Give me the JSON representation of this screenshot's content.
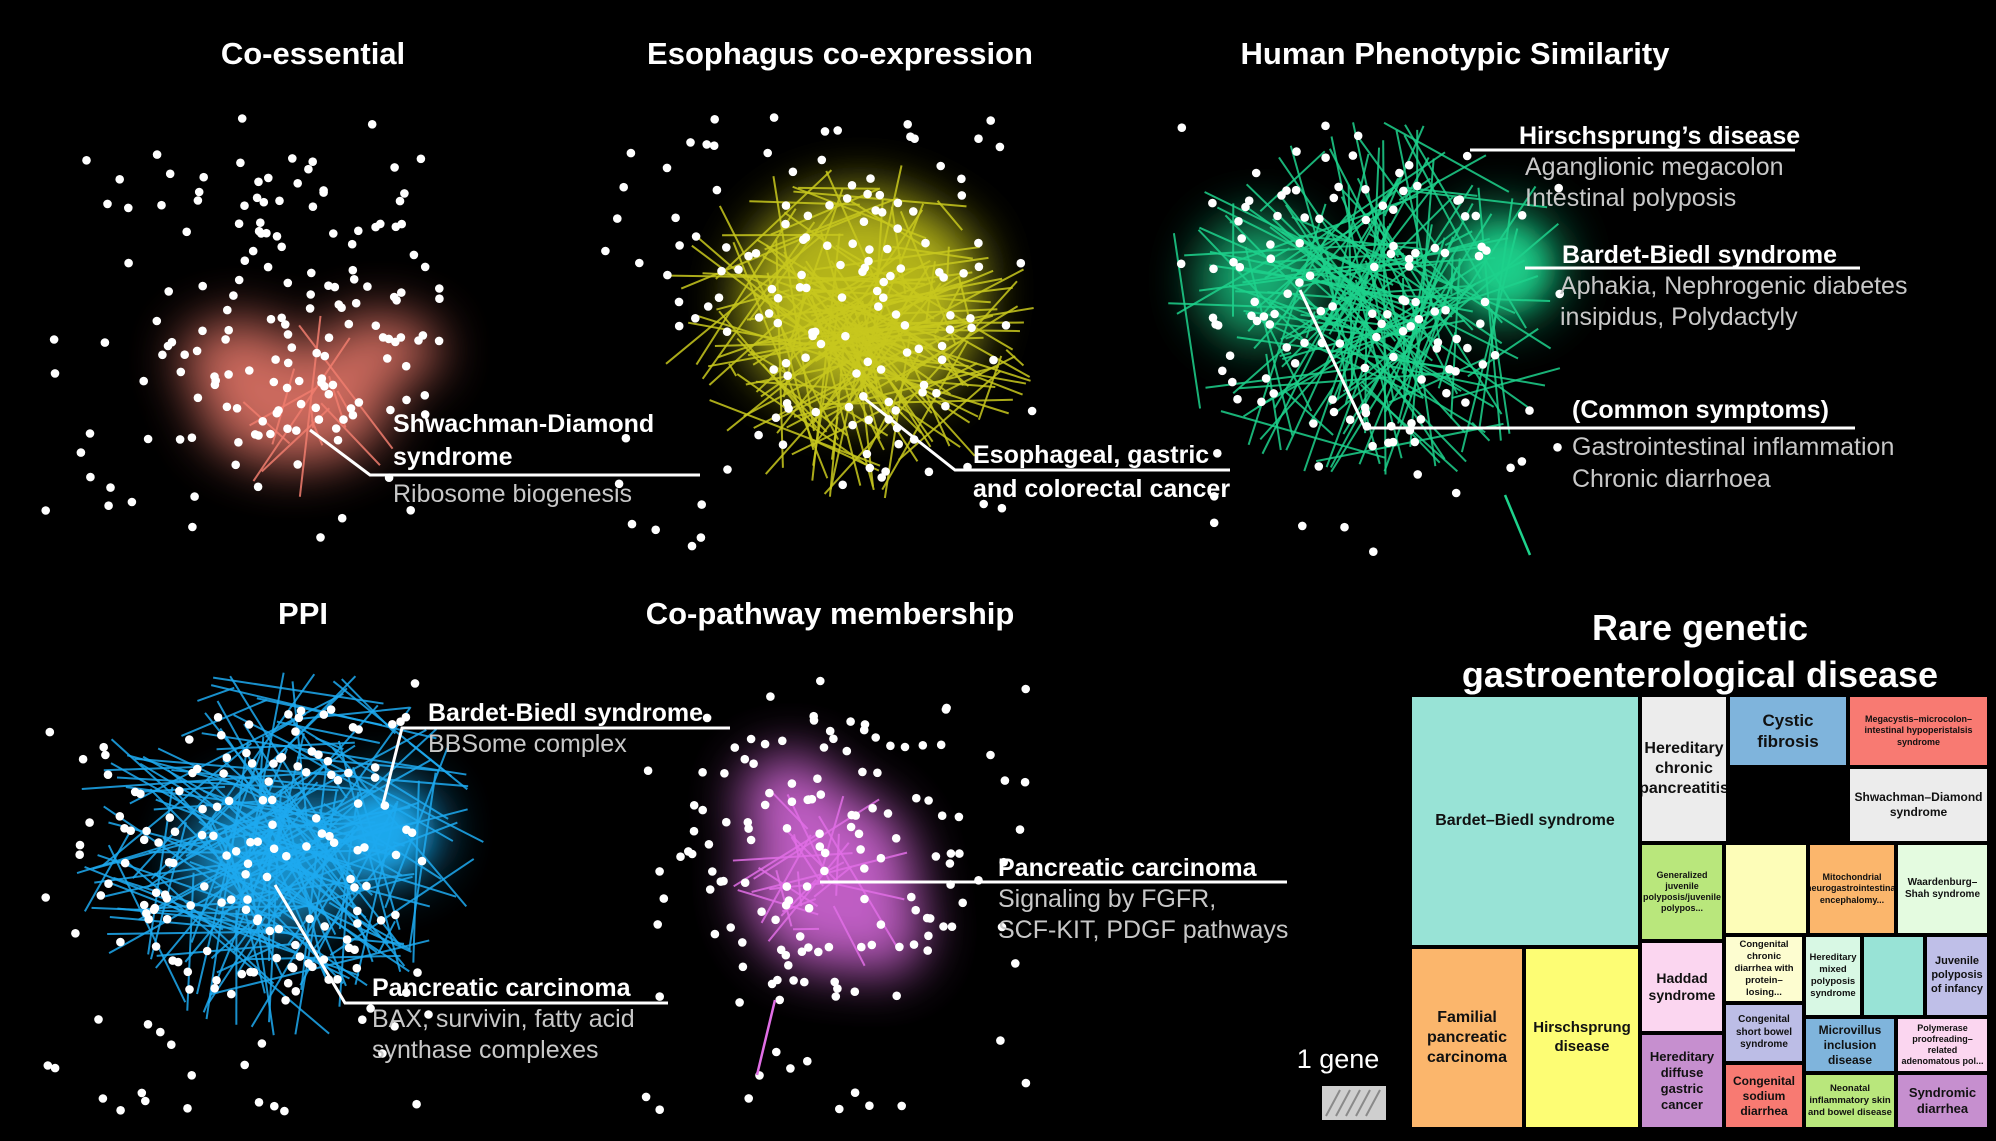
{
  "colors": {
    "background": "#000000",
    "node": "#ffffff",
    "co_essential": "#f07d6e",
    "esophagus": "#c8c81e",
    "phenotypic": "#1ed28c",
    "ppi": "#1eaaf0",
    "pathway": "#e16ee6",
    "label_primary": "#ffffff",
    "label_secondary": "#c8c8c8"
  },
  "panels": [
    {
      "id": "co_essential",
      "title": "Co-essential",
      "annotations": [
        {
          "name": "Shwachman-Diamond syndrome",
          "lines": [
            "Shwachman-Diamond",
            "syndrome"
          ],
          "details": [
            "Ribosome biogenesis"
          ]
        }
      ]
    },
    {
      "id": "esophagus",
      "title": "Esophagus co-expression",
      "annotations": [
        {
          "name": "Esophageal, gastric and colorectal cancer",
          "lines": [
            "Esophageal, gastric",
            "and colorectal cancer"
          ],
          "details": []
        }
      ]
    },
    {
      "id": "phenotypic",
      "title": "Human Phenotypic Similarity",
      "annotations": [
        {
          "name": "Hirschsprung’s disease",
          "lines": [
            "Hirschsprung’s disease"
          ],
          "details": [
            "Aganglionic megacolon",
            "Intestinal polyposis"
          ]
        },
        {
          "name": "Bardet-Biedl syndrome",
          "lines": [
            "Bardet-Biedl syndrome"
          ],
          "details": [
            "Aphakia, Nephrogenic diabetes",
            "insipidus, Polydactyly"
          ]
        },
        {
          "name": "(Common symptoms)",
          "lines": [
            "(Common symptoms)"
          ],
          "details": [
            "Gastrointestinal inflammation",
            "Chronic diarrhoea"
          ]
        }
      ]
    },
    {
      "id": "ppi",
      "title": "PPI",
      "annotations": [
        {
          "name": "Bardet-Biedl syndrome",
          "lines": [
            "Bardet-Biedl syndrome"
          ],
          "details": [
            "BBSome complex"
          ]
        },
        {
          "name": "Pancreatic carcinoma",
          "lines": [
            "Pancreatic carcinoma"
          ],
          "details": [
            "BAX, survivin, fatty acid",
            "synthase complexes"
          ]
        }
      ]
    },
    {
      "id": "pathway",
      "title": "Co-pathway membership",
      "annotations": [
        {
          "name": "Pancreatic carcinoma",
          "lines": [
            "Pancreatic carcinoma"
          ],
          "details": [
            "Signaling by FGFR,",
            "SCF-KIT, PDGF pathways"
          ]
        }
      ]
    }
  ],
  "treemap": {
    "title_lines": [
      "Rare genetic",
      "gastroenterological disease"
    ],
    "legend_label": "1 gene",
    "tiles": [
      {
        "label": "Bardet–Biedl syndrome",
        "color": "#98e3d6"
      },
      {
        "label": "Familial pancreatic carcinoma",
        "color": "#fbb66c"
      },
      {
        "label": "Hirschsprung disease",
        "color": "#fdfd74"
      },
      {
        "label": "Hereditary chronic pancreatitis",
        "color": "#ececec"
      },
      {
        "label": "Cystic fibrosis",
        "color": "#7fb4dc"
      },
      {
        "label": "Megacystis–microcolon–intestinal hypoperistalsis syndrome",
        "color": "#f87a72"
      },
      {
        "label": "Shwachman–Diamond syndrome",
        "color": "#ececec"
      },
      {
        "label": "Generalized juvenile polyposis/juvenile polypos...",
        "color": "#b9e77c"
      },
      {
        "label": "",
        "color": "#fdfdb8"
      },
      {
        "label": "Mitochondrial neurogastrointestinal encephalomy...",
        "color": "#fbb66c"
      },
      {
        "label": "Waardenburg–Shah syndrome",
        "color": "#e4fbe0"
      },
      {
        "label": "Haddad syndrome",
        "color": "#fbd6f0"
      },
      {
        "label": "Congenital chronic diarrhea with protein–losing...",
        "color": "#fdfdd0"
      },
      {
        "label": "Hereditary mixed polyposis syndrome",
        "color": "#d8f8e4"
      },
      {
        "label": "",
        "color": "#98e3d6"
      },
      {
        "label": "Juvenile polyposis of infancy",
        "color": "#bfbfe8"
      },
      {
        "label": "Congenital short bowel syndrome",
        "color": "#bcbde6"
      },
      {
        "label": "Microvillus inclusion disease",
        "color": "#7fb4dc"
      },
      {
        "label": "Polymerase proofreading–related adenomatous pol...",
        "color": "#fbd6f0"
      },
      {
        "label": "Hereditary diffuse gastric cancer",
        "color": "#c68fcf"
      },
      {
        "label": "Congenital sodium diarrhea",
        "color": "#f87a72"
      },
      {
        "label": "Neonatal inflammatory skin and bowel disease",
        "color": "#b9e77c"
      },
      {
        "label": "Syndromic diarrhea",
        "color": "#c68fcf"
      }
    ]
  }
}
